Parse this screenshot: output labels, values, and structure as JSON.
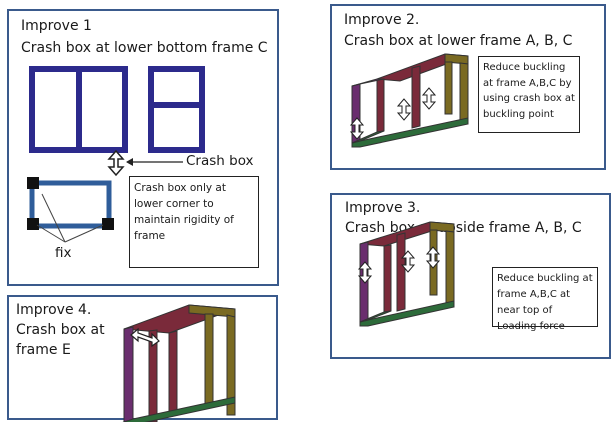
{
  "improve1": {
    "title": "Improve 1",
    "subtitle": "Crash box at lower bottom frame C",
    "crash_label": "Crash box",
    "fix_label": "fix",
    "note": "Crash box only at lower corner to maintain rigidity of frame"
  },
  "improve2": {
    "title": "Improve 2.",
    "subtitle": "Crash box at lower frame A, B, C",
    "note": "Reduce buckling at frame A,B,C by using crash box at buckling point"
  },
  "improve3": {
    "title": "Improve 3.",
    "subtitle": "Crash box at upside  frame A, B, C",
    "note": "Reduce buckling at frame A,B,C at near top of Loading force"
  },
  "improve4": {
    "title": "Improve 4.",
    "subtitle_line1": "Crash box at",
    "subtitle_line2": "frame E"
  },
  "colors": {
    "panel_border": "#3a5a8c",
    "frame_navy": "#2c2a8c",
    "frame_steel": "#2f5d9a",
    "frame_purple": "#6a2e6e",
    "frame_maroon": "#7a2a3a",
    "frame_green": "#2d6b3a",
    "frame_olive": "#7a6a22"
  }
}
